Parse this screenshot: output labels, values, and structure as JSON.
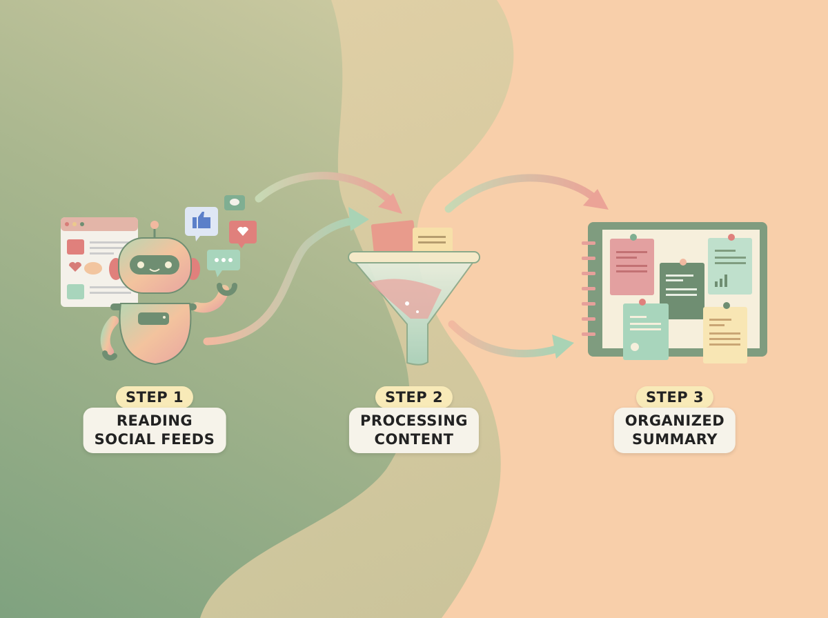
{
  "steps": [
    {
      "label": "STEP 1",
      "title_line1": "READING",
      "title_line2": "SOCIAL FEEDS"
    },
    {
      "label": "STEP 2",
      "title_line1": "PROCESSING",
      "title_line2": "CONTENT"
    },
    {
      "label": "STEP 3",
      "title_line1": "ORGANIZED",
      "title_line2": "SUMMARY"
    }
  ],
  "colors": {
    "green": "#8aaa84",
    "peach": "#f8cfaa",
    "dark_green": "#6f8e72",
    "pink": "#e8a09a",
    "mint": "#a8d5bc",
    "cream": "#f8eab8"
  }
}
